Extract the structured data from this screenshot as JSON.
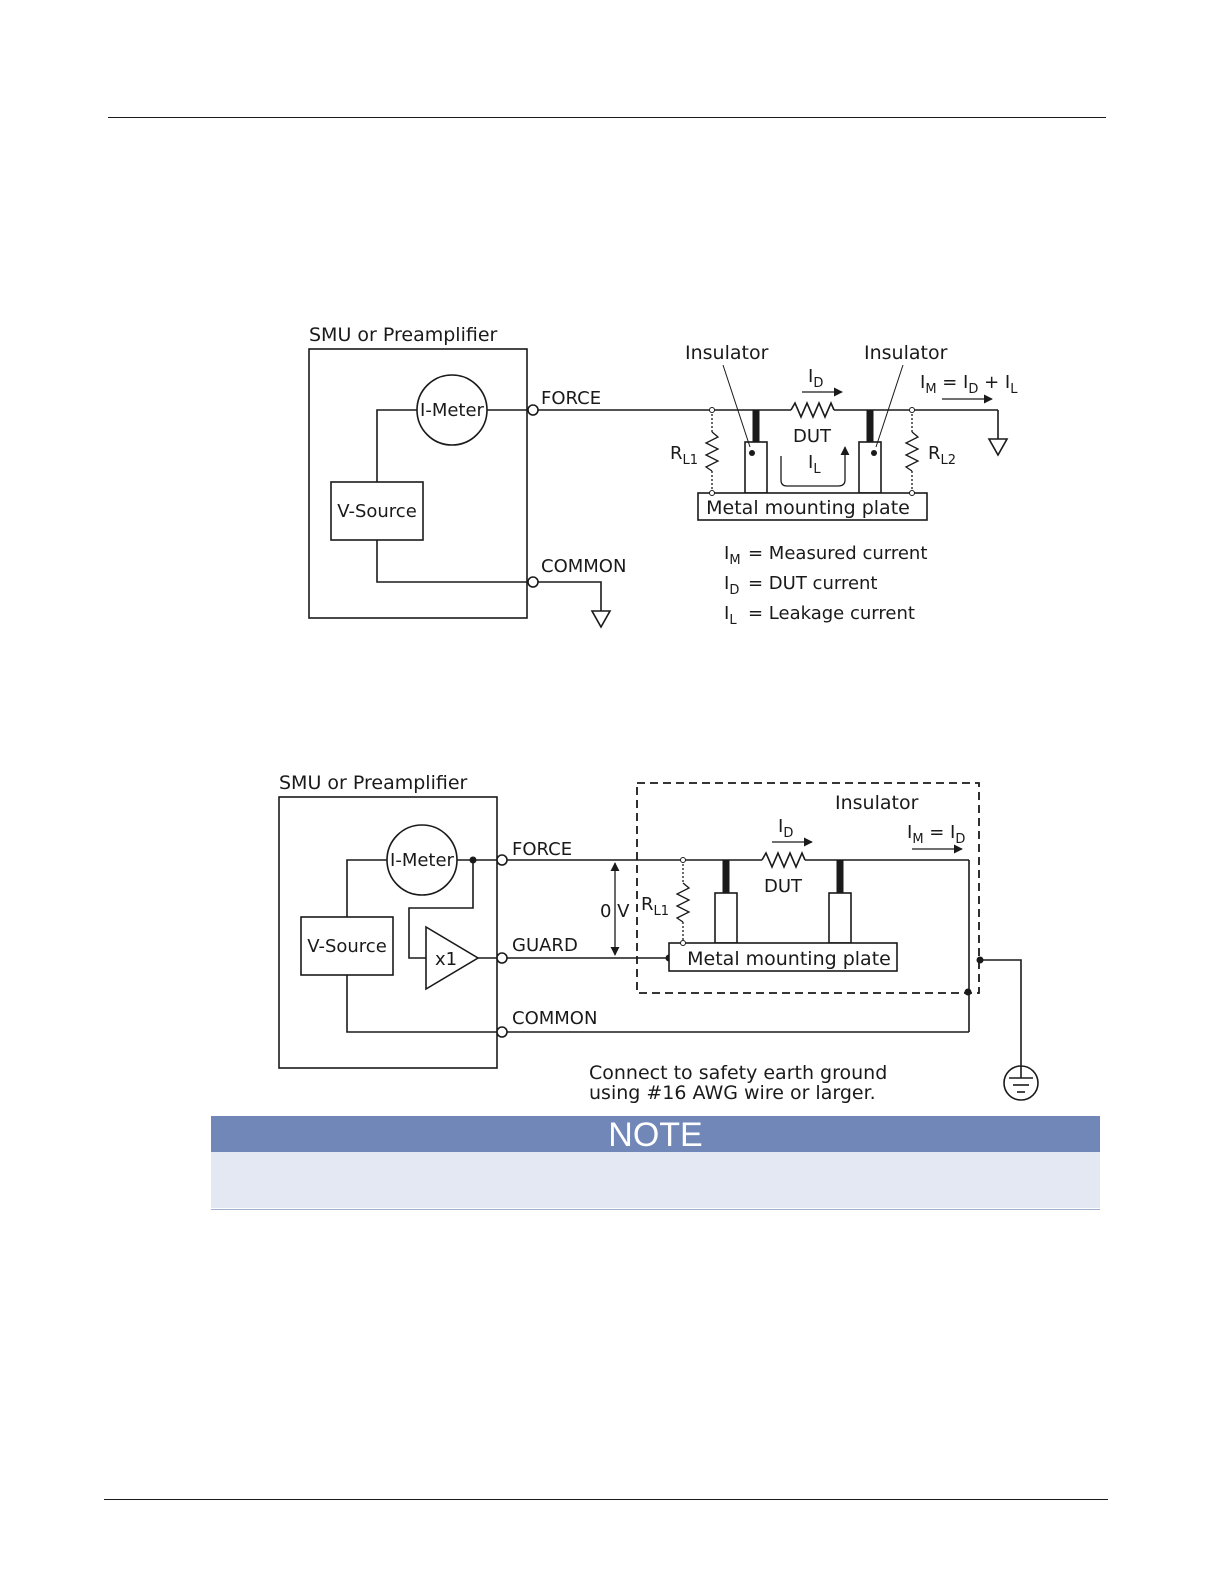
{
  "diagram1": {
    "title": "SMU or Preamplifier",
    "imeter_label": "I-Meter",
    "vsource_label": "V-Source",
    "force_label": "FORCE",
    "common_label": "COMMON",
    "insulator_left": "Insulator",
    "insulator_right": "Insulator",
    "id_label": {
      "main": "I",
      "sub": "D"
    },
    "dut_label": "DUT",
    "il_label": {
      "main": "I",
      "sub": "L"
    },
    "rl1_label": {
      "main": "R",
      "sub": "L1"
    },
    "rl2_label": {
      "main": "R",
      "sub": "L2"
    },
    "plate_label": "Metal mounting plate",
    "equation": {
      "lhs": "I",
      "lhs_sub": "M",
      "eq": " = I",
      "t1_sub": "D",
      "plus": " + I",
      "t2_sub": "L"
    },
    "legend": [
      {
        "sym": "I",
        "sub": "M",
        "text": "= Measured current"
      },
      {
        "sym": "I",
        "sub": "D",
        "text": "= DUT current"
      },
      {
        "sym": "I",
        "sub": "L",
        "text": "= Leakage current"
      }
    ]
  },
  "diagram2": {
    "title": "SMU or Preamplifier",
    "imeter_label": "I-Meter",
    "vsource_label": "V-Source",
    "buffer_label": "x1",
    "force_label": "FORCE",
    "guard_label": "GUARD",
    "common_label": "COMMON",
    "insulator_label": "Insulator",
    "id_label": {
      "main": "I",
      "sub": "D"
    },
    "dut_label": "DUT",
    "rl1_label": {
      "main": "R",
      "sub": "L1"
    },
    "zero_v_label": "0 V",
    "plate_label": "Metal mounting plate",
    "equation": {
      "lhs": "I",
      "lhs_sub": "M",
      "eq": " = I",
      "t1_sub": "D"
    },
    "ground_note_line1": "Connect to safety earth ground",
    "ground_note_line2": "using #16 AWG wire or larger."
  },
  "note": {
    "title": "NOTE"
  },
  "colors": {
    "note_header": "#7087b7",
    "note_body": "#e4e8f2",
    "ink": "#1a1a1a"
  }
}
